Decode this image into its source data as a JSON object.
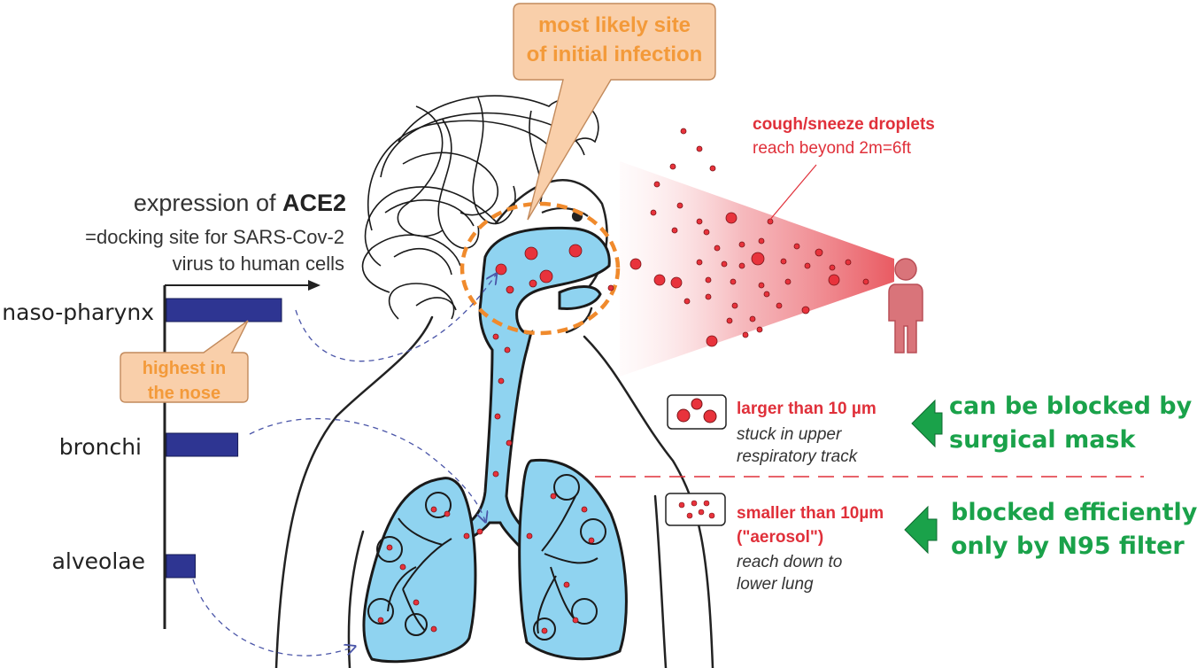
{
  "ace2": {
    "title_prefix": "expression of ",
    "title_bold": "ACE2",
    "line2": "=docking site for SARS-Cov-2",
    "line3": "virus to human cells"
  },
  "chart_data": {
    "type": "bar",
    "orientation": "horizontal",
    "categories": [
      "naso-pharynx",
      "bronchi",
      "alveolae"
    ],
    "values": [
      1.0,
      0.62,
      0.25
    ],
    "bar_color": "#2e3592"
  },
  "callouts": {
    "site_line1": "most likely site",
    "site_line2": "of initial infection",
    "nose_line1": "highest in",
    "nose_line2": "the nose"
  },
  "droplets": {
    "title": "cough/sneeze droplets",
    "subtitle": "reach beyond 2m=6ft"
  },
  "large": {
    "title": "larger than 10 µm",
    "desc1": "stuck in upper",
    "desc2": "respiratory track",
    "mask1": "can be blocked by",
    "mask2": "surgical mask"
  },
  "small": {
    "title1": "smaller than 10µm",
    "title2": "(\"aerosol\")",
    "desc1": "reach down to",
    "desc2": "lower lung",
    "mask1": "blocked efficiently",
    "mask2": "only by N95 filter"
  },
  "colors": {
    "bar": "#2e3592",
    "callout_fill": "#f9cfaa",
    "callout_text": "#f39a3a",
    "airway": "#8fd3f0",
    "droplet": "#e8333c",
    "label_red": "#e0303a",
    "label_green": "#1aa24a"
  }
}
